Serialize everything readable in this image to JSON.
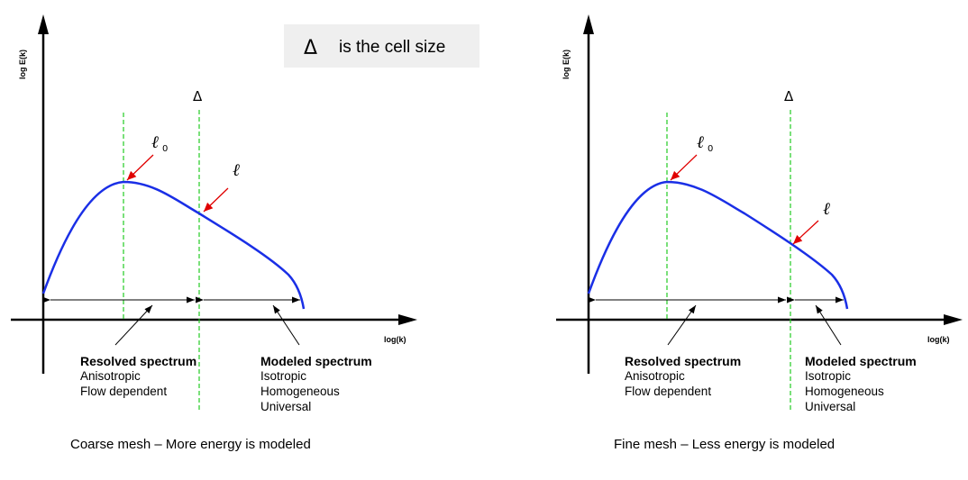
{
  "note": {
    "symbol": "Δ",
    "text": "is the cell size"
  },
  "panels": [
    {
      "y_axis_label": "log E(k)",
      "x_axis_label": "log(k)",
      "delta_label": "Δ",
      "l0_symbol": "ℓ",
      "l0_subscript": "0",
      "l_symbol": "ℓ",
      "resolved": {
        "title": "Resolved spectrum",
        "lines": [
          "Anisotropic",
          "Flow dependent"
        ]
      },
      "modeled": {
        "title": "Modeled spectrum",
        "lines": [
          "Isotropic",
          "Homogeneous",
          "Universal"
        ]
      },
      "caption": "Coarse mesh – More energy is modeled"
    },
    {
      "y_axis_label": "log E(k)",
      "x_axis_label": "log(k)",
      "delta_label": "Δ",
      "l0_symbol": "ℓ",
      "l0_subscript": "0",
      "l_symbol": "ℓ",
      "resolved": {
        "title": "Resolved spectrum",
        "lines": [
          "Anisotropic",
          "Flow dependent"
        ]
      },
      "modeled": {
        "title": "Modeled spectrum",
        "lines": [
          "Isotropic",
          "Homogeneous",
          "Universal"
        ]
      },
      "caption": "Fine mesh – Less energy is modeled"
    }
  ],
  "colors": {
    "curve": "#1a2fe6",
    "cutoff": "#22cc22",
    "pointer": "#e00000",
    "axis": "#000000",
    "note_bg": "#efefef"
  }
}
